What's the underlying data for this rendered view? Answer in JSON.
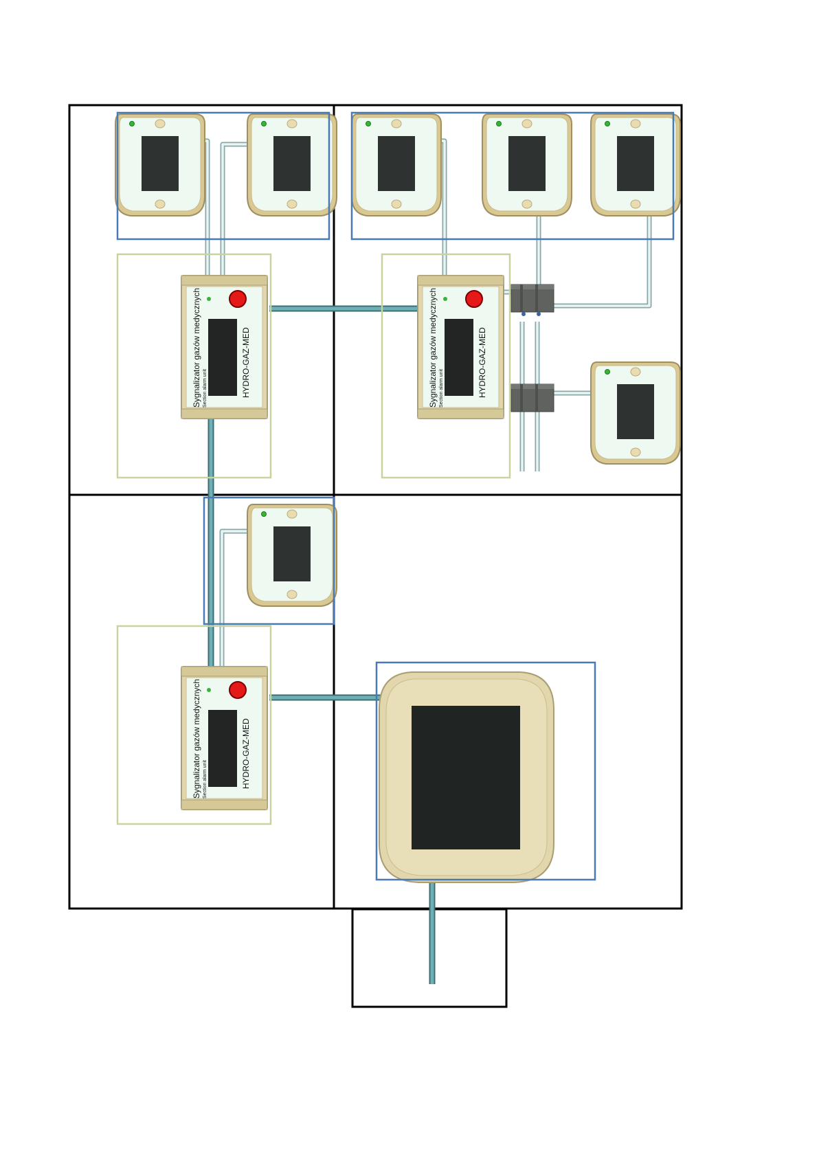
{
  "colors": {
    "room_border": "#000000",
    "sensor_group": "#4a7ab5",
    "unit_group": "#c8d4a0",
    "cable_main": "#5f9aa0",
    "cable_signal": "#cfe3e3",
    "device_body": "#e7ddb4",
    "device_face": "#eef9f2",
    "display": "#2e3230",
    "alarm_button": "#e61919",
    "status_led": "#35b535",
    "junction_box": "#5f625f"
  },
  "unit_1": {
    "title": "Sygnalizator gazów medycznych",
    "subtitle": "Section alarm unit",
    "model": "HYDRO-GAZ-MED"
  },
  "unit_2": {
    "title": "Sygnalizator gazów medycznych",
    "subtitle": "Section alarm unit",
    "model": "HYDRO-GAZ-MED"
  },
  "unit_3": {
    "title": "Sygnalizator gazów medycznych",
    "subtitle": "Section alarm unit",
    "model": "HYDRO-GAZ-MED"
  },
  "icons": {
    "sensor": "gas-sensor-icon",
    "alarm_unit": "alarm-panel-icon",
    "button": "alarm-button-icon",
    "led": "status-led-icon",
    "junction": "junction-box-icon"
  }
}
